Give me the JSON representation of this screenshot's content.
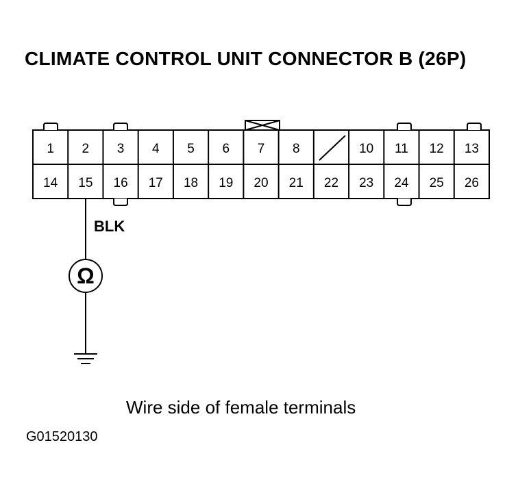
{
  "diagram": {
    "title": "CLIMATE CONTROL UNIT CONNECTOR B (26P)",
    "caption": "Wire side of female terminals",
    "figure_code": "G01520130",
    "wire_label": "BLK",
    "meter_symbol": "Ω",
    "connector": {
      "top_row": [
        "1",
        "2",
        "3",
        "4",
        "5",
        "6",
        "7",
        "8",
        "",
        "10",
        "11",
        "12",
        "13"
      ],
      "bottom_row": [
        "14",
        "15",
        "16",
        "17",
        "18",
        "19",
        "20",
        "21",
        "22",
        "23",
        "24",
        "25",
        "26"
      ],
      "empty_terminal_slot": "9"
    }
  }
}
